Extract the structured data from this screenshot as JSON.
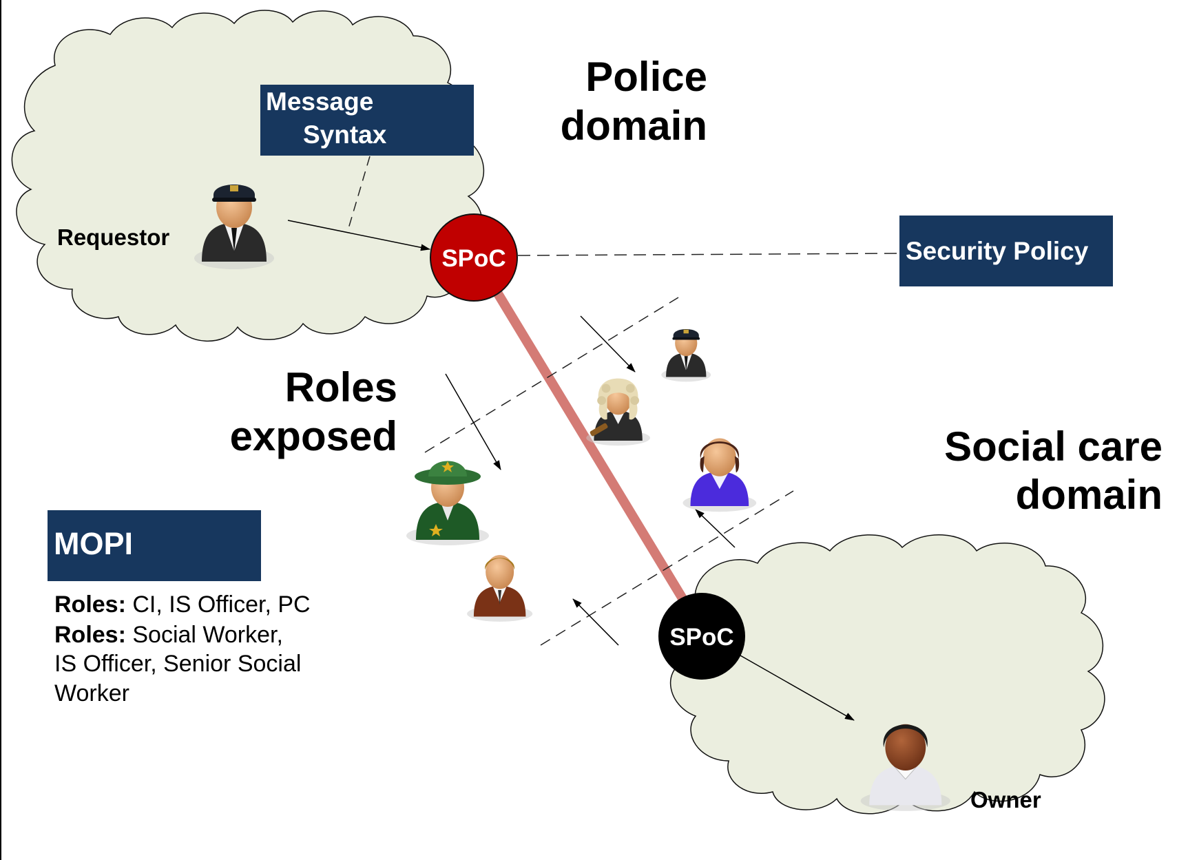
{
  "domains": {
    "police": {
      "line1": "Police",
      "line2": "domain"
    },
    "social": {
      "line1": "Social care",
      "line2": "domain"
    }
  },
  "boxes": {
    "message_syntax": {
      "line1": "Message",
      "line2": "Syntax"
    },
    "security_policy": "Security Policy",
    "mopi": "MOPI"
  },
  "spoc": {
    "police": "SPoC",
    "social": "SPoC"
  },
  "people": {
    "requestor": "Requestor",
    "owner": "Owner"
  },
  "roles_exposed": {
    "line1": "Roles",
    "line2": "exposed"
  },
  "mopi_roles": {
    "line1_label": "Roles:",
    "line1_text": " CI, IS Officer, PC",
    "line2_label": "Roles:",
    "line2_text": " Social Worker,",
    "line3": "IS Officer, Senior Social",
    "line4": "Worker"
  },
  "colors": {
    "cloud_fill": "#ebeedf",
    "box_fill": "#17375e",
    "spoc_police": "#c00000",
    "spoc_social": "#000000",
    "link": "#d47b75"
  },
  "icons": [
    "police-officer-icon",
    "judge-icon",
    "female-social-worker-icon",
    "sheriff-icon",
    "businessman-icon",
    "owner-icon"
  ]
}
